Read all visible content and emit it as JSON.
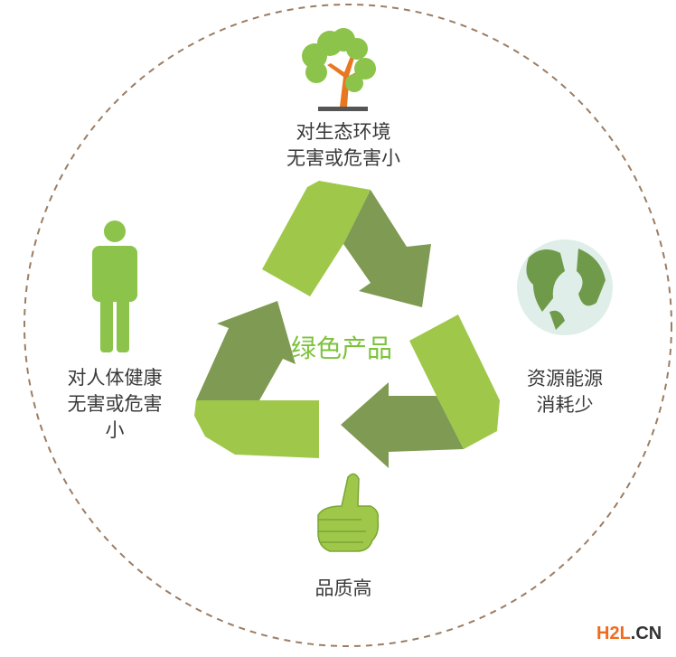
{
  "center_title": "绿色产品",
  "labels": {
    "ecology": [
      "对生态环境",
      "无害或危害小"
    ],
    "health": [
      "对人体健康",
      "无害或危害",
      "小"
    ],
    "resources": [
      "资源能源",
      "消耗少"
    ],
    "quality": [
      "品质高"
    ]
  },
  "watermark": {
    "brand": "H2L",
    "suffix": ".CN"
  },
  "colors": {
    "light_green": "#9fc84a",
    "dark_green": "#7f9a52",
    "tree_trunk": "#e87722",
    "globe_land": "#6f9a4a",
    "globe_sea": "#dfeee8",
    "dashed_circle": "#9c7d63",
    "watermark_orange": "#f26b1d"
  }
}
